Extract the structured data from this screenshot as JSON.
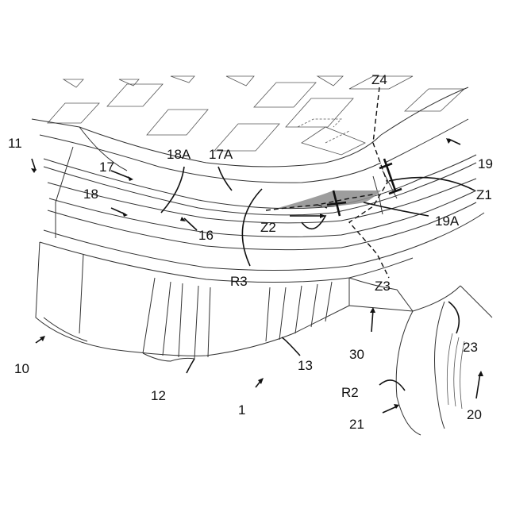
{
  "labels": {
    "l1": "1",
    "l10": "10",
    "l11": "11",
    "l12": "12",
    "l13": "13",
    "l16": "16",
    "l17": "17",
    "l17A": "17A",
    "l18": "18",
    "l18A": "18A",
    "l19": "19",
    "l19A": "19A",
    "l20": "20",
    "l21": "21",
    "l23": "23",
    "l30": "30",
    "lR2": "R2",
    "lR3": "R3",
    "lZ1": "Z1",
    "lZ2": "Z2",
    "lZ3": "Z3",
    "lZ4": "Z4"
  },
  "colors": {
    "line": "#333333",
    "shaded_region": "#8c8c8c"
  }
}
